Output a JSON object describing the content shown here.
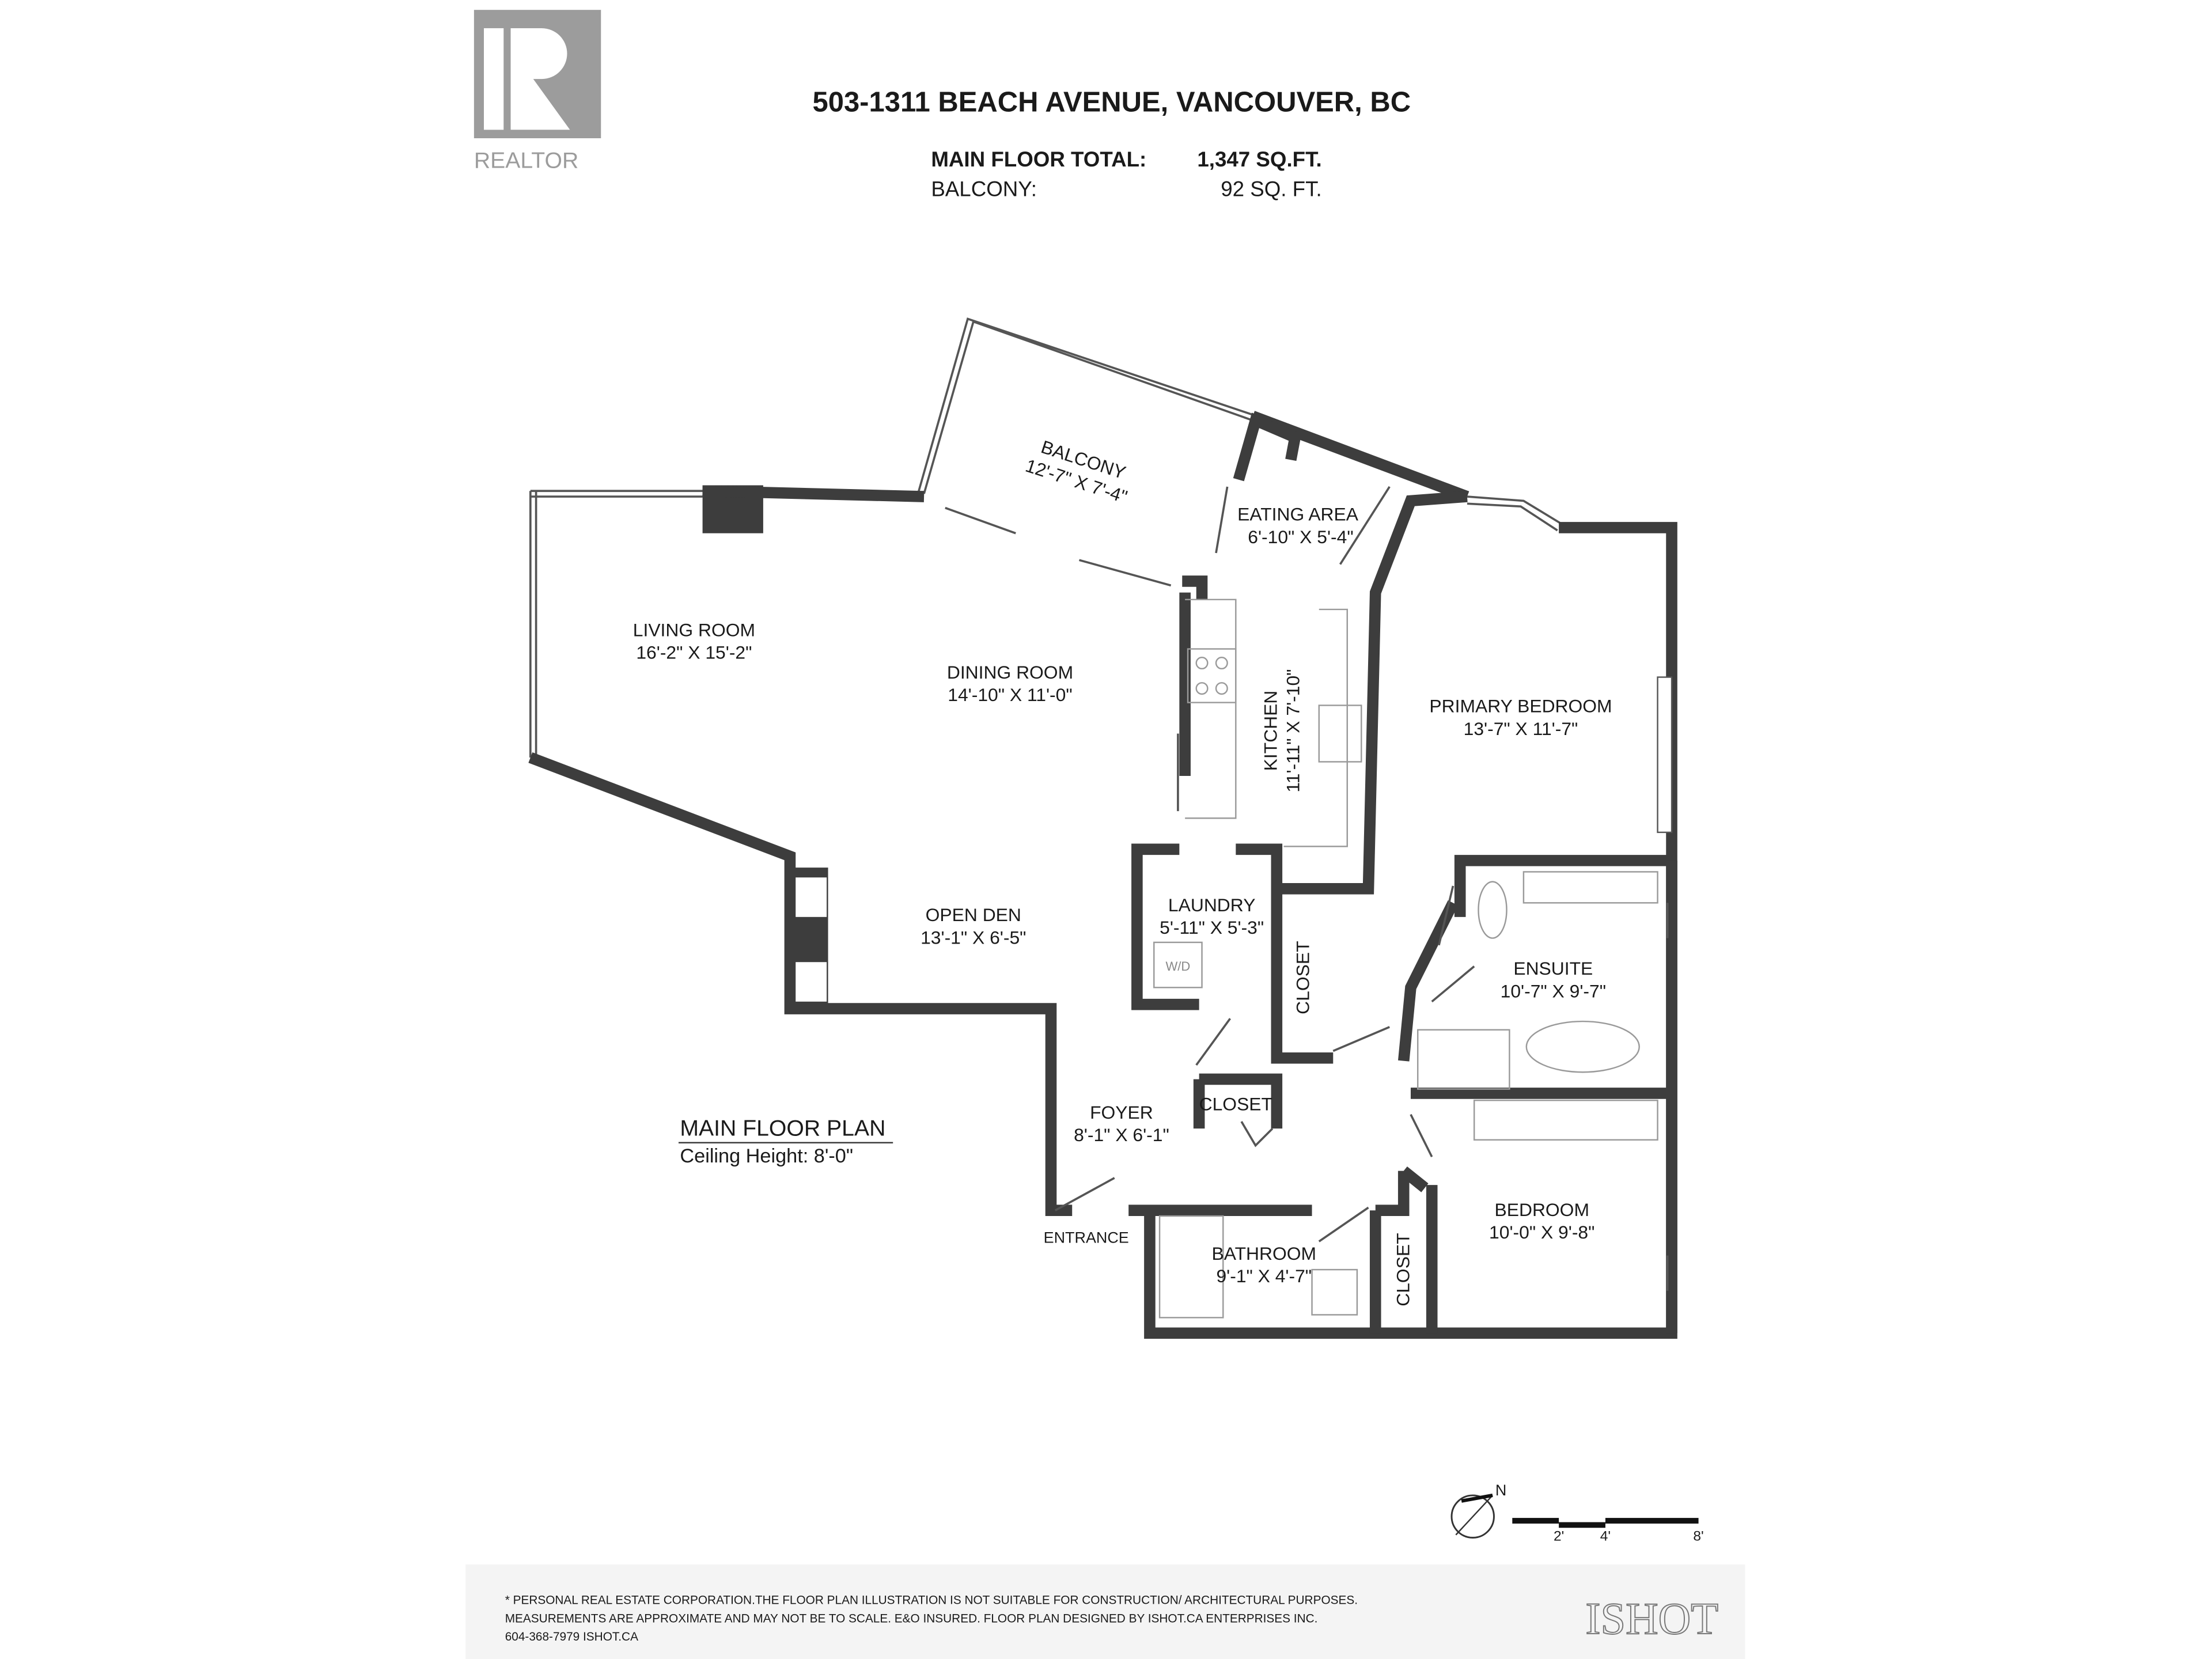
{
  "header": {
    "logo_text": "REALTOR",
    "address": "503-1311 BEACH AVENUE, VANCOUVER, BC",
    "main_floor_label": "MAIN FLOOR TOTAL:",
    "main_floor_value": "1,347 SQ.FT.",
    "balcony_label": "BALCONY:",
    "balcony_value": "92 SQ. FT."
  },
  "rooms": [
    {
      "name": "BALCONY",
      "dims": "12'-7\" X 7'-4\""
    },
    {
      "name": "EATING AREA",
      "dims": "6'-10\" X 5'-4\""
    },
    {
      "name": "LIVING ROOM",
      "dims": "16'-2\" X 15'-2\""
    },
    {
      "name": "DINING ROOM",
      "dims": "14'-10\" X 11'-0\""
    },
    {
      "name": "KITCHEN",
      "dims": "11'-11\" X 7'-10\""
    },
    {
      "name": "PRIMARY BEDROOM",
      "dims": "13'-7\" X 11'-7\""
    },
    {
      "name": "LAUNDRY",
      "dims": "5'-11\" X 5'-3\""
    },
    {
      "name": "OPEN DEN",
      "dims": "13'-1\" X 6'-5\""
    },
    {
      "name": "ENSUITE",
      "dims": "10'-7\" X 9'-7\""
    },
    {
      "name": "FOYER",
      "dims": "8'-1\" X 6'-1\""
    },
    {
      "name": "BEDROOM",
      "dims": "10'-0\" X 9'-8\""
    },
    {
      "name": "BATHROOM",
      "dims": "9'-1\" X 4'-7\""
    }
  ],
  "labels": {
    "closet_1": "CLOSET",
    "closet_2": "CLOSET",
    "closet_3": "CLOSET",
    "wd": "W/D",
    "entrance": "ENTRANCE"
  },
  "plan": {
    "title": "MAIN FLOOR PLAN",
    "ceiling": "Ceiling Height: 8'-0\""
  },
  "scale": {
    "north": "N",
    "ticks": [
      "2'",
      "4'",
      "8'"
    ]
  },
  "footer": {
    "line1": "* PERSONAL REAL ESTATE CORPORATION.THE FLOOR PLAN ILLUSTRATION IS NOT SUITABLE FOR CONSTRUCTION/ ARCHITECTURAL PURPOSES.",
    "line2": "MEASUREMENTS ARE APPROXIMATE AND MAY NOT BE TO SCALE. E&O INSURED. FLOOR PLAN DESIGNED BY ISHOT.CA ENTERPRISES INC.",
    "line3": "604-368-7979  ISHOT.CA",
    "brand": "ISHOT"
  }
}
